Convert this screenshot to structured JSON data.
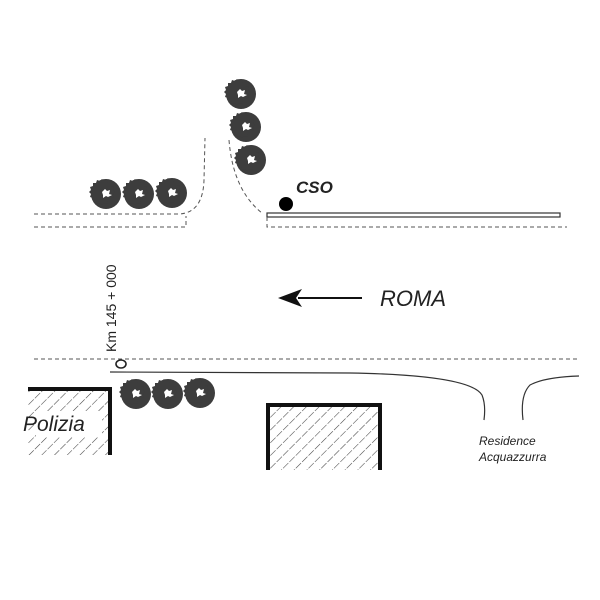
{
  "diagram": {
    "type": "road location map",
    "labels": {
      "station": "CSO",
      "direction": "ROMA",
      "kilometer": "Km 145 + 000",
      "police": "Polizia",
      "residence_line1": "Residence",
      "residence_line2": "Acquazzurra"
    },
    "direction_arrow": "left-arrow",
    "colors": {
      "line": "#333333",
      "tree": "#3d3d3d",
      "building_border": "#111111",
      "marker": "#000000",
      "background": "#ffffff"
    },
    "tree_groups": [
      {
        "name": "tree-group-upper-left",
        "count": 3
      },
      {
        "name": "tree-group-upper-center",
        "count": 3
      },
      {
        "name": "tree-group-lower",
        "count": 3
      }
    ],
    "buildings": [
      {
        "name": "police-building",
        "label": "Polizia"
      },
      {
        "name": "center-building",
        "label": ""
      }
    ]
  }
}
